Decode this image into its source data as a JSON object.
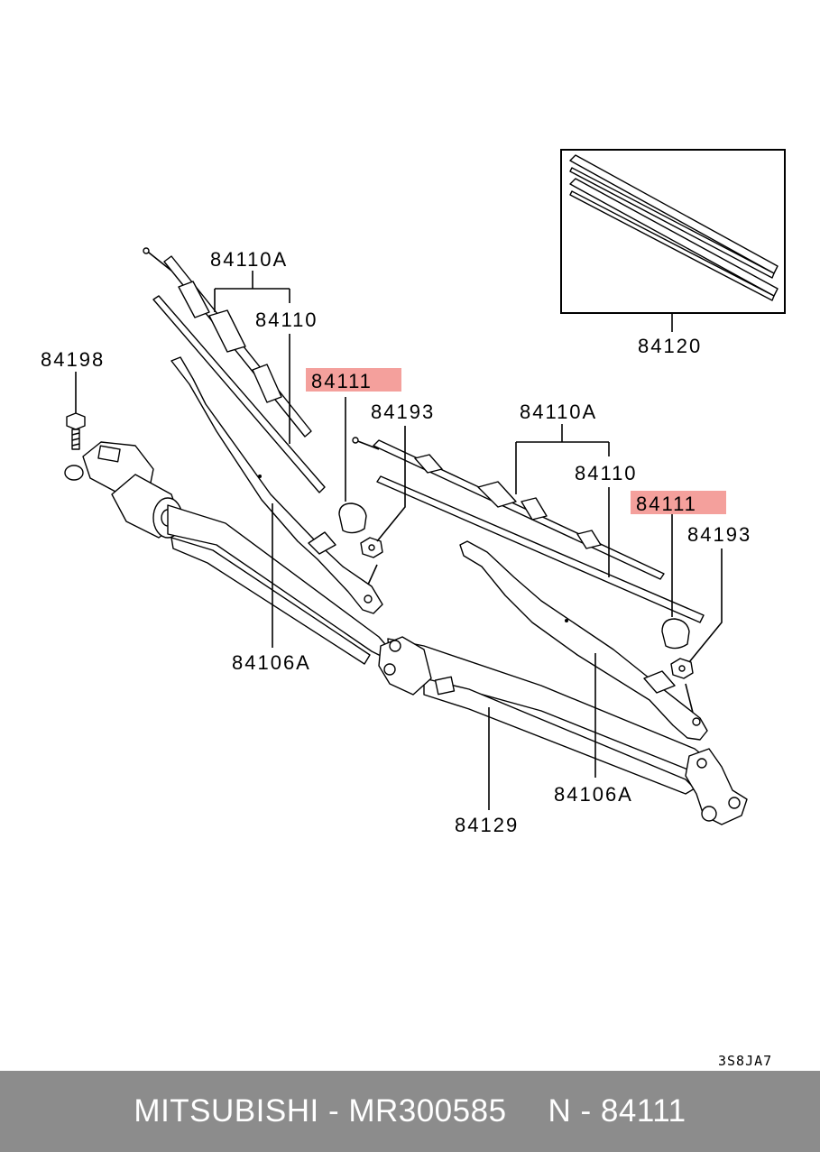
{
  "labels": {
    "wiper_blade_assy_left": "84110A",
    "wiper_blade_left": "84110",
    "cap_left_highlighted": "84111",
    "nut_left": "84193",
    "bolt": "84198",
    "wiper_arm_left": "84106A",
    "wiper_blade_assy_right": "84110A",
    "wiper_blade_right": "84110",
    "cap_right_highlighted": "84111",
    "nut_right": "84193",
    "wiper_arm_right": "84106A",
    "linkage": "84129",
    "blade_rubber": "84120"
  },
  "diagram_code": "3S8JA7",
  "highlight_color": "#f4a09c",
  "footer": {
    "brand_part": "MITSUBISHI - MR300585",
    "ref": "N - 84111"
  }
}
